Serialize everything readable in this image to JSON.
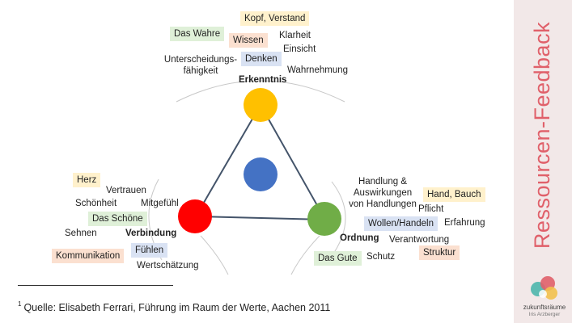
{
  "sidebar": {
    "title": "Ressourcen-Feedback"
  },
  "logo": {
    "name": "zukunftsräume",
    "sub": "Iris Arzberger"
  },
  "footnote": {
    "marker": "1",
    "text": "Quelle: Elisabeth Ferrari, Führung im Raum der Werte, Aachen 2011"
  },
  "top": {
    "kopf": "Kopf, Verstand",
    "das_wahre": "Das Wahre",
    "wissen": "Wissen",
    "klarheit": "Klarheit",
    "einsicht": "Einsicht",
    "unterscheidung_1": "Unterscheidungs-",
    "unterscheidung_2": "fähigkeit",
    "denken": "Denken",
    "wahrnehmung": "Wahrnehmung",
    "erkenntnis": "Erkenntnis"
  },
  "left": {
    "herz": "Herz",
    "vertrauen": "Vertrauen",
    "schoenheit": "Schönheit",
    "mitgefuehl": "Mitgefühl",
    "das_schoene": "Das Schöne",
    "sehnen": "Sehnen",
    "verbindung": "Verbindung",
    "kommunikation": "Kommunikation",
    "fuehlen": "Fühlen",
    "wertschaetzung": "Wertschätzung"
  },
  "right": {
    "handlung_1": "Handlung &",
    "handlung_2": "Auswirkungen",
    "handlung_3": "von Handlungen",
    "hand_bauch": "Hand, Bauch",
    "pflicht": "Pflicht",
    "wollen": "Wollen/Handeln",
    "erfahrung": "Erfahrung",
    "ordnung": "Ordnung",
    "verantwortung": "Verantwortung",
    "struktur": "Struktur",
    "das_gute": "Das Gute",
    "schutz": "Schutz"
  },
  "colors": {
    "node_top": "#ffc000",
    "node_left": "#ff0000",
    "node_right": "#70ad47",
    "node_center": "#4472c4",
    "triangle": "#44546a",
    "accent": "#e0606a"
  }
}
